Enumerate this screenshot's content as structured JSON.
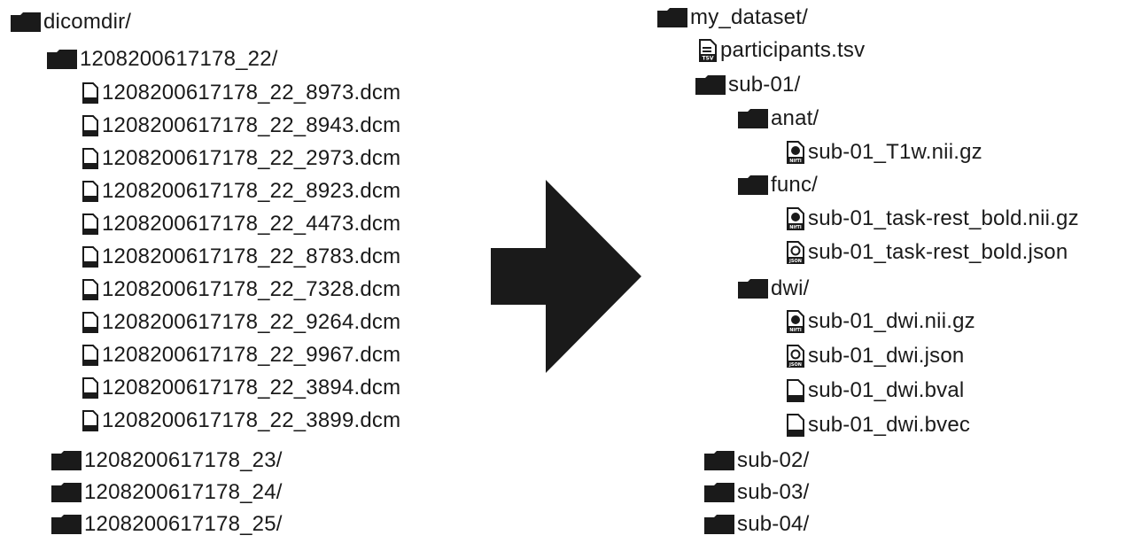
{
  "left": {
    "root": {
      "label": "dicomdir/",
      "icon": "folder-icon"
    },
    "folder": {
      "label": "1208200617178_22/",
      "icon": "folder-icon"
    },
    "files": [
      "1208200617178_22_8973.dcm",
      "1208200617178_22_8943.dcm",
      "1208200617178_22_2973.dcm",
      "1208200617178_22_8923.dcm",
      "1208200617178_22_4473.dcm",
      "1208200617178_22_8783.dcm",
      "1208200617178_22_7328.dcm",
      "1208200617178_22_9264.dcm",
      "1208200617178_22_9967.dcm",
      "1208200617178_22_3894.dcm",
      "1208200617178_22_3899.dcm"
    ],
    "other_folders": [
      "1208200617178_23/",
      "1208200617178_24/",
      "1208200617178_25/"
    ]
  },
  "right": {
    "root": "my_dataset/",
    "participants": "participants.tsv",
    "sub01": "sub-01/",
    "anat": {
      "folder": "anat/",
      "files": [
        "sub-01_T1w.nii.gz"
      ]
    },
    "func": {
      "folder": "func/",
      "files": [
        "sub-01_task-rest_bold.nii.gz",
        "sub-01_task-rest_bold.json"
      ]
    },
    "dwi": {
      "folder": "dwi/",
      "files": [
        "sub-01_dwi.nii.gz",
        "sub-01_dwi.json",
        "sub-01_dwi.bval",
        "sub-01_dwi.bvec"
      ]
    },
    "other_subjects": [
      "sub-02/",
      "sub-03/",
      "sub-04/"
    ]
  },
  "icon_badges": {
    "tsv": "TSV",
    "nifti": "NIfTI",
    "json": "JSON"
  },
  "colors": {
    "ink": "#1a1a1a",
    "arrow": "#1a1a1a",
    "background": "#ffffff"
  }
}
